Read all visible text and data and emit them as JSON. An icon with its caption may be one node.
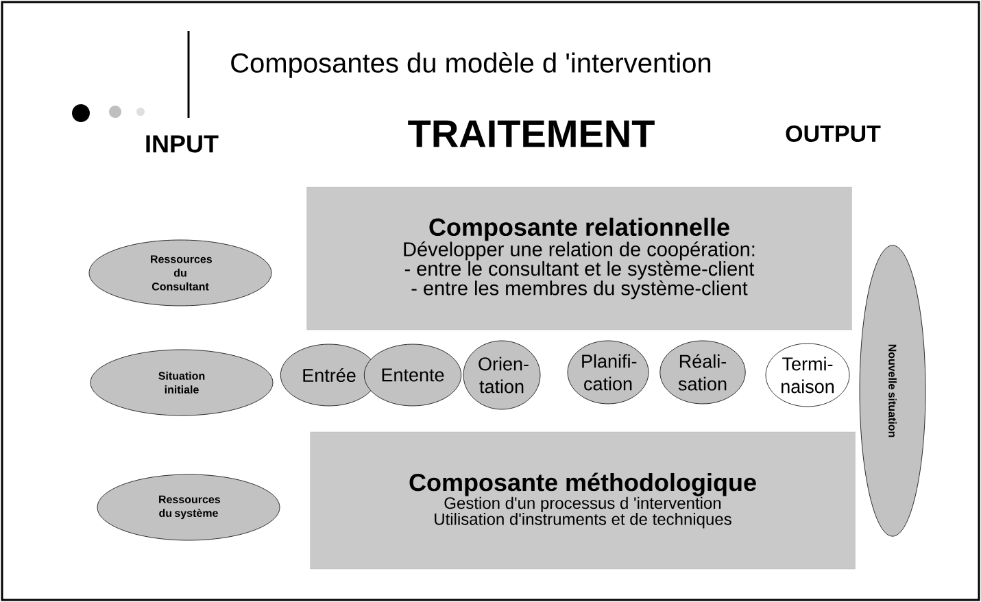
{
  "diagram": {
    "title": "Composantes du modèle d 'intervention",
    "nodes": [
      {
        "text": [
          "Composante relationnelle",
          "Développer une relation de coopération:",
          "- entre le consultant et le système-client",
          "- entre les membres du système-client"
        ]
      },
      {
        "text": [
          "Ressources du Consultant"
        ]
      },
      {
        "text": [
          "Nouvelle situation"
        ]
      },
      {
        "text": [
          "Situation initiale"
        ]
      },
      {
        "text": [
          "Entrée"
        ]
      },
      {
        "text": [
          "Entente"
        ]
      },
      {
        "text": [
          "Orien- tation"
        ]
      },
      {
        "text": [
          "Planifi- cation"
        ]
      },
      {
        "text": [
          "Réali- sation"
        ]
      },
      {
        "text": [
          "Termi- naison"
        ]
      },
      {
        "text": [
          "Composante méthodologique",
          "Gestion d'un processus d 'intervention",
          "Utilisation d'instruments et de techniques"
        ]
      },
      {
        "text": [
          "Ressources du système"
        ]
      }
    ],
    "labels": [
      "INPUT",
      "TRAITEMENT",
      "OUTPUT"
    ]
  }
}
